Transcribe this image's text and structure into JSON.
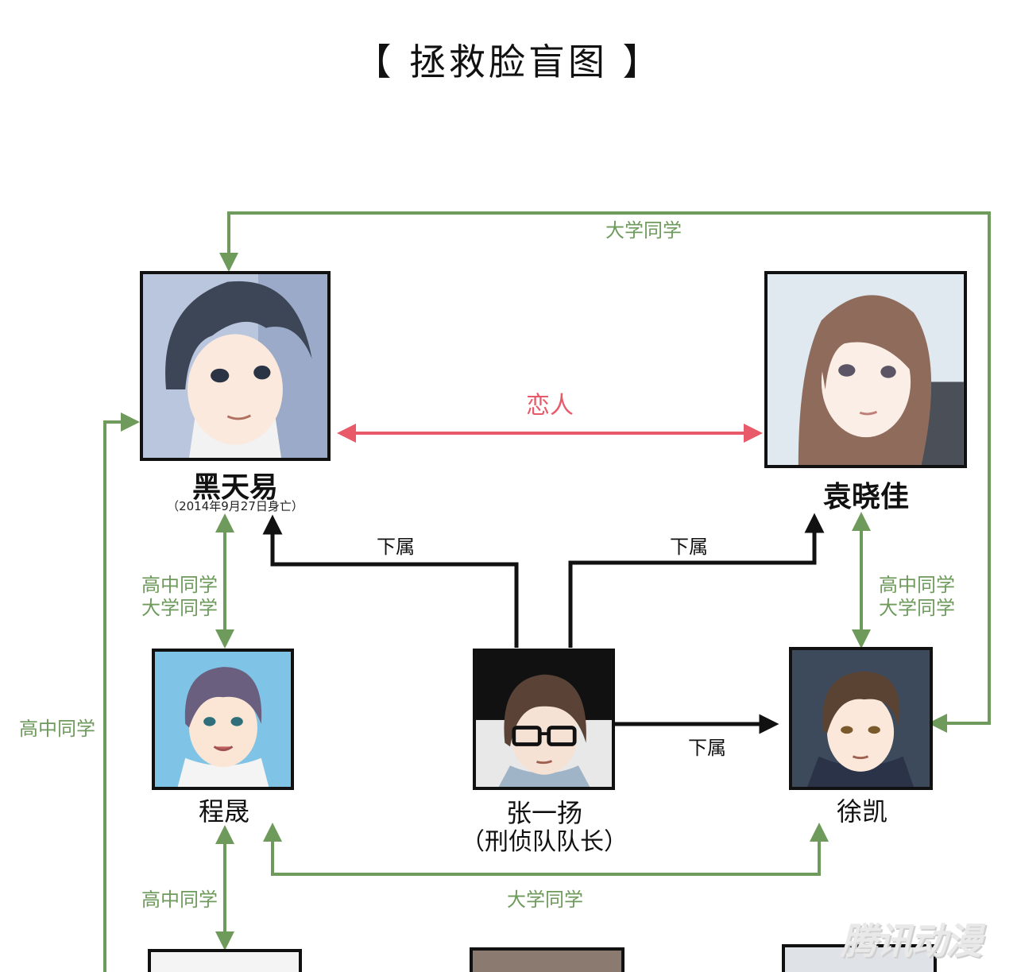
{
  "title": "【 拯救脸盲图 】",
  "people": {
    "hei": {
      "name": "黑天易",
      "note": "（2014年9月27日身亡）",
      "icon": "male-portrait-icon"
    },
    "yuan": {
      "name": "袁晓佳",
      "icon": "female-portrait-icon"
    },
    "cheng": {
      "name": "程晟",
      "icon": "male-portrait-icon"
    },
    "zhang": {
      "name": "张一扬",
      "role": "（刑侦队队长）",
      "icon": "glasses-portrait-icon"
    },
    "xu": {
      "name": "徐凯",
      "icon": "male-portrait-icon"
    }
  },
  "relations": {
    "lovers": "恋人",
    "top_classmates": "大学同学",
    "subordinate_left": "下属",
    "subordinate_right": "下属",
    "subordinate_xu": "下属",
    "hei_cheng_1": "高中同学",
    "hei_cheng_2": "大学同学",
    "yuan_xu_1": "高中同学",
    "yuan_xu_2": "大学同学",
    "far_left": "高中同学",
    "cheng_below": "高中同学",
    "cheng_xu": "大学同学"
  },
  "watermark": "腾讯动漫",
  "colors": {
    "green": "#6e9a5c",
    "red": "#e85a6a",
    "black": "#111111"
  }
}
